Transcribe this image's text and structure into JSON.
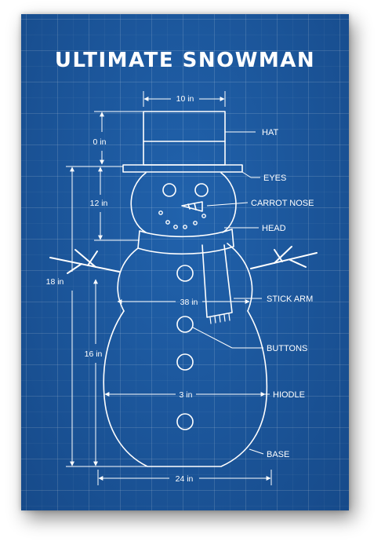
{
  "title": "ULTIMATE SNOWMAN",
  "colors": {
    "blueprint": "#1d5ca3",
    "line": "#ffffff"
  },
  "dimensions": {
    "hat_width": "10 in",
    "hat_height": "0 in",
    "head_height": "12 in",
    "upper_height": "18 in",
    "body_height": "16 in",
    "middle_width": "38 in",
    "base_mid_width": "3 in",
    "base_width": "24 in"
  },
  "callouts": {
    "hat": "HAT",
    "eyes": "EYES",
    "nose": "CARROT NOSE",
    "head": "HEAD",
    "arm": "STICK ARM",
    "buttons": "BUTTONS",
    "middle": "HIODLE",
    "base": "BASE"
  }
}
